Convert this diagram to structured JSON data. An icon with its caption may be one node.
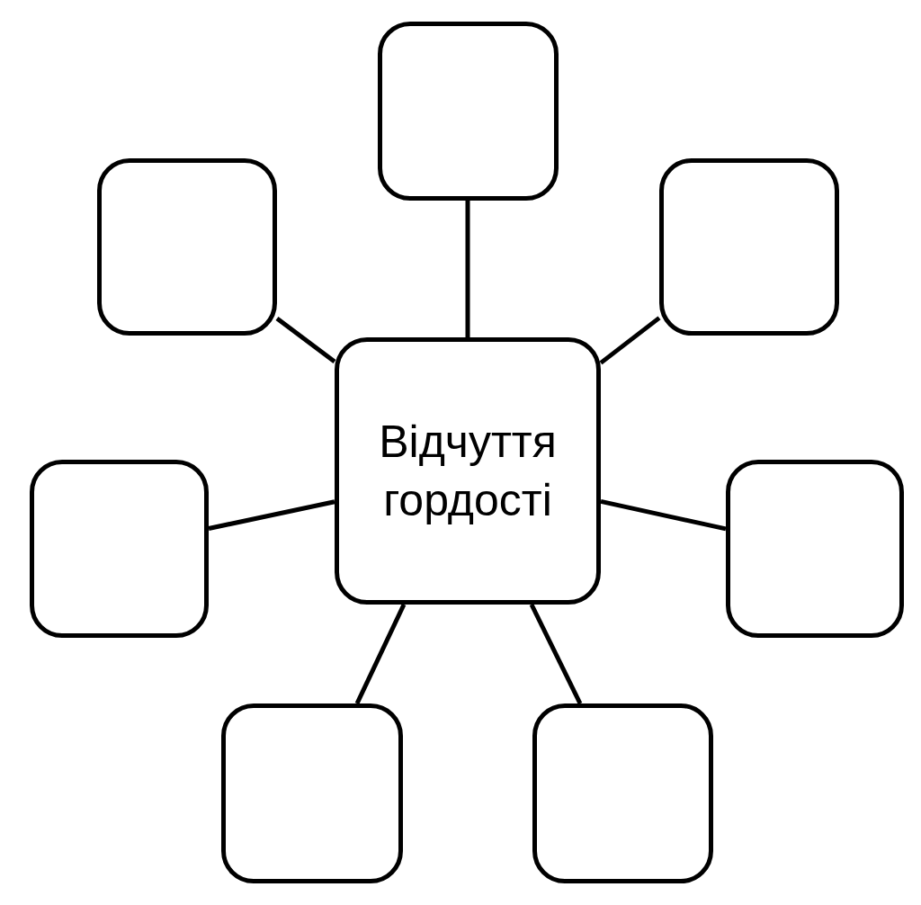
{
  "diagram": {
    "nodes": [
      {
        "text": [
          "Відчуття гордості"
        ]
      },
      {
        "text": [],
        "shape": "box"
      },
      {
        "text": [],
        "shape": "box"
      },
      {
        "text": [],
        "shape": "box"
      },
      {
        "text": [],
        "shape": "box"
      },
      {
        "text": [],
        "shape": "box"
      },
      {
        "text": [],
        "shape": "box"
      },
      {
        "text": [],
        "shape": "box"
      }
    ],
    "edges": [
      {
        "from": 0,
        "to": 1,
        "arrow": "none"
      },
      {
        "from": 0,
        "to": 2,
        "arrow": "none"
      },
      {
        "from": 0,
        "to": 3,
        "arrow": "none"
      },
      {
        "from": 0,
        "to": 4,
        "arrow": "none"
      },
      {
        "from": 0,
        "to": 5,
        "arrow": "none"
      },
      {
        "from": 0,
        "to": 6,
        "arrow": "none"
      },
      {
        "from": 0,
        "to": 7,
        "arrow": "none"
      }
    ]
  }
}
